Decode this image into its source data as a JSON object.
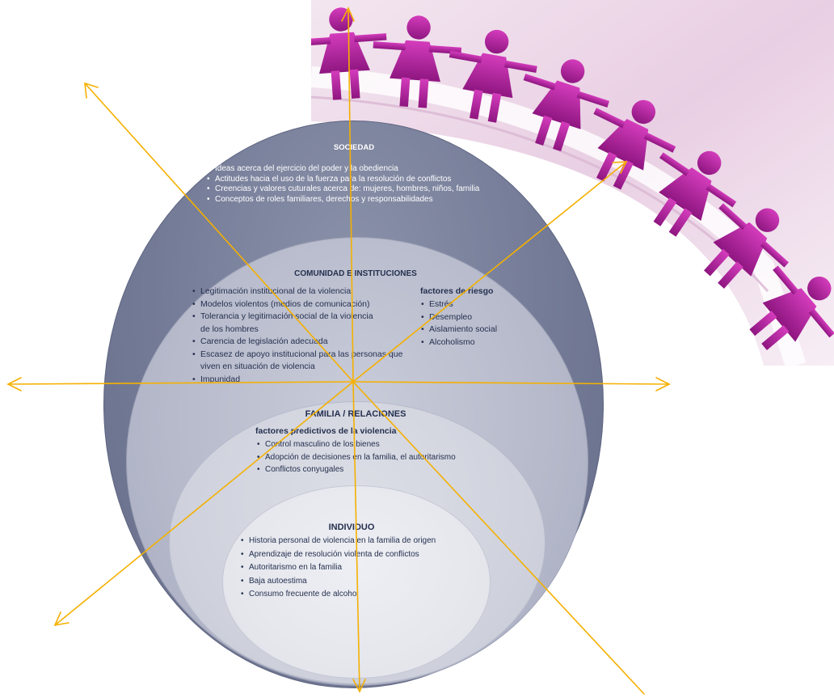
{
  "sociedad": {
    "title": "SOCIEDAD",
    "items": [
      "Ideas acerca del ejercicio del poder y la obediencia",
      "Actitudes hacia el uso de la fuerza para la resolución de conflictos",
      "Creencias y valores cuturales acerca de: mujeres, hombres, niños, familia",
      "Conceptos de roles familiares, derechos y responsabilidades"
    ]
  },
  "comunidad": {
    "title": "COMUNIDAD E INSTITUCIONES",
    "items": [
      "Legitimación institucional de la violencia",
      "Modelos violentos (medios de comunicación)",
      "Tolerancia y legitimación social de la violencia",
      "de los hombres",
      "Carencia de legislación adecuada",
      "Escasez de apoyo institucional para las personas que",
      "viven en situación de violencia",
      "Impunidad"
    ],
    "risk_title": "factores de riesgo",
    "risk_items": [
      "Estrés",
      "Desempleo",
      "Aislamiento social",
      "Alcoholismo"
    ]
  },
  "familia": {
    "title": "FAMILIA / RELACIONES",
    "subtitle": "factores predictivos de la violencia",
    "items": [
      "Control masculino de los bienes",
      "Adopción de decisiones en la familia, el autoritarismo",
      "Conflictos conyugales"
    ]
  },
  "individuo": {
    "title": "INDIVIDUO",
    "items": [
      "Historia personal de violencia en la familia de origen",
      "Aprendizaje de resolución violenta de conflictos",
      "Autoritarismo en la familia",
      "Baja autoestima",
      "Consumo frecuente de alcohol"
    ]
  },
  "colors": {
    "arrow": "#f5b000",
    "figure": "#c02aa8",
    "sociedad_ring": "#747b97",
    "comunidad_ring": "#b5b9ca",
    "familia_ring": "#ced1dc",
    "individuo_ring": "#e4e6ec",
    "text_dark": "#25304f"
  }
}
